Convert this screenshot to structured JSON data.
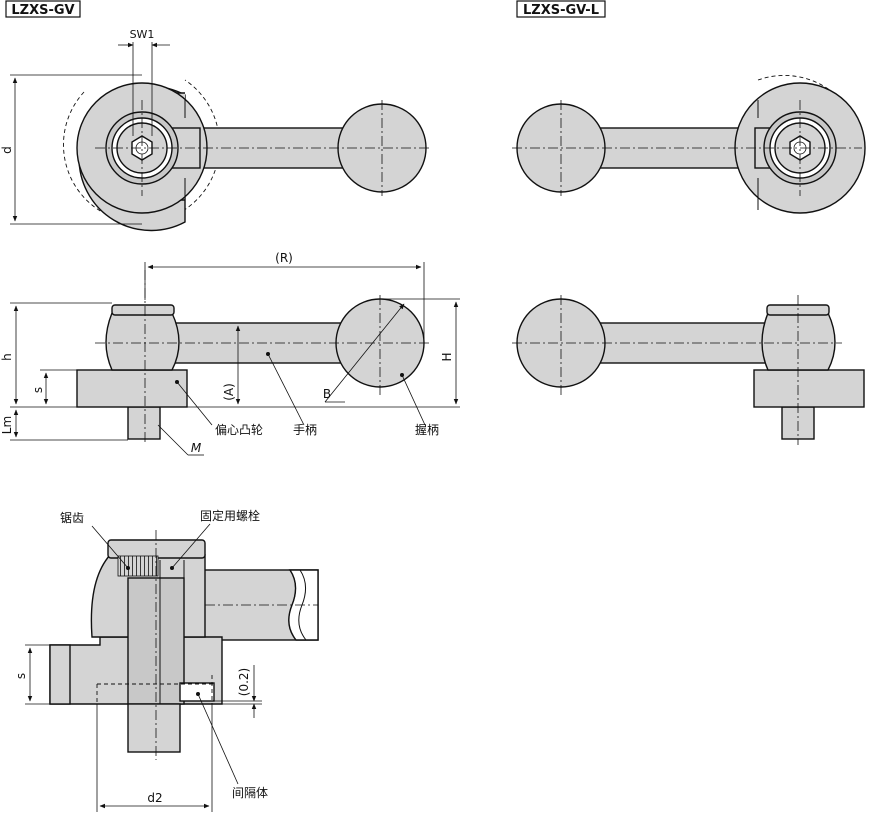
{
  "titles": {
    "left": "LZXS-GV",
    "right": "LZXS-GV-L"
  },
  "dimensions": {
    "sw1": "SW1",
    "d": "d",
    "R": "(R)",
    "h": "h",
    "s": "s",
    "Lm": "Lm",
    "A": "(A)",
    "B": "B",
    "H": "H",
    "M": "M",
    "s2": "s",
    "gap": "(0.2)",
    "d2": "d2"
  },
  "callouts": {
    "cam": "偏心凸轮",
    "handle": "手柄",
    "grip": "握柄",
    "serration": "锯齿",
    "bolt": "固定用螺栓",
    "spacer": "间隔体"
  }
}
